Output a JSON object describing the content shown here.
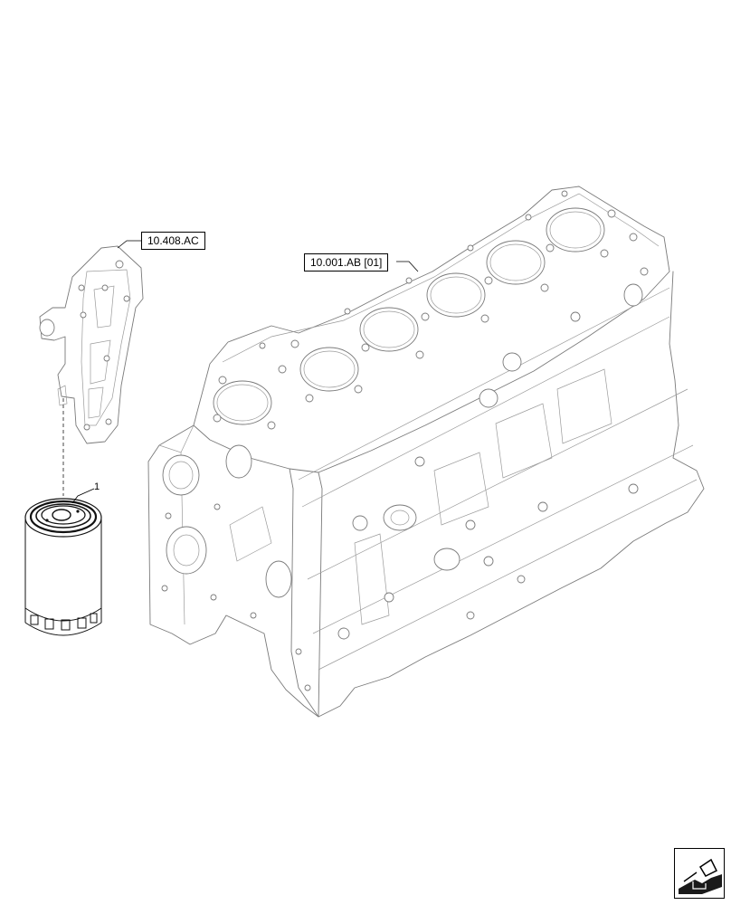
{
  "references": {
    "filter_head": "10.408.AC",
    "engine_block": "10.001.AB [01]"
  },
  "callouts": {
    "oil_filter": "1"
  },
  "navigation": {
    "icon": "page-turn-icon"
  }
}
